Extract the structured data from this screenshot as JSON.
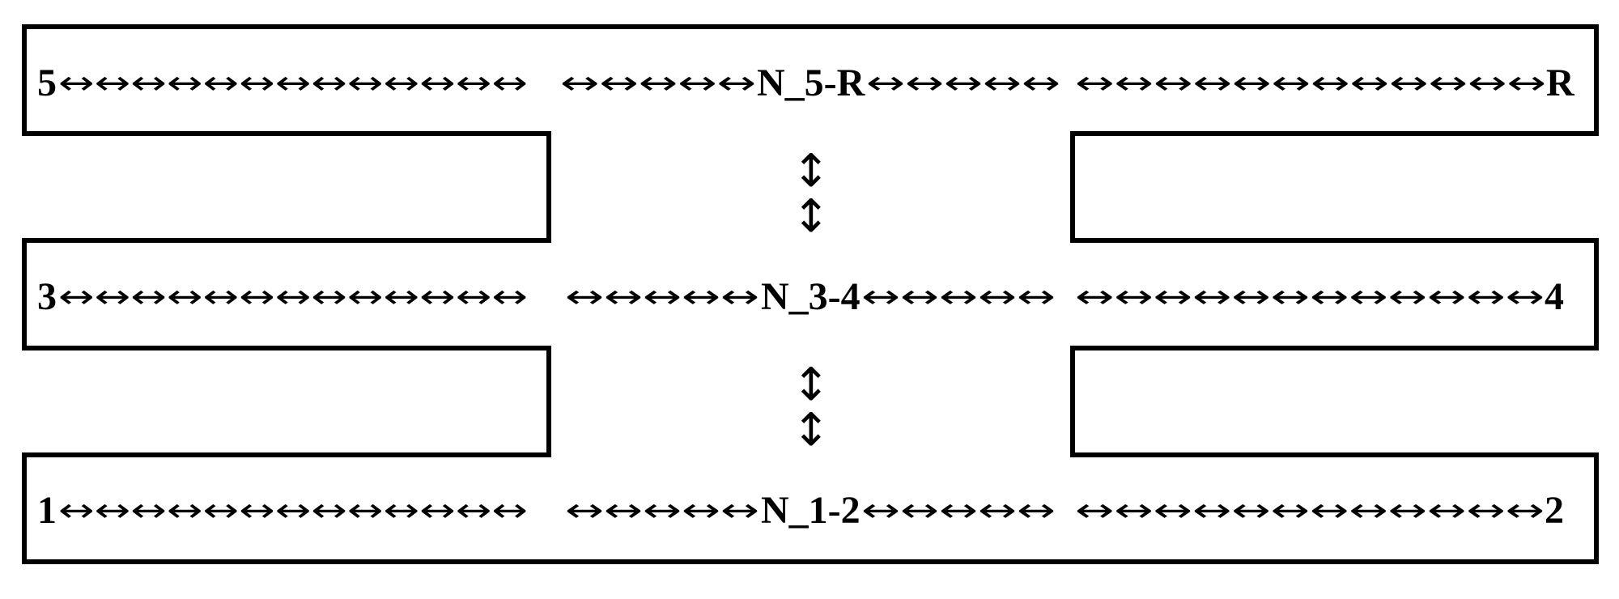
{
  "outline_color": "#000000",
  "background_color": "#ffffff",
  "rows": [
    {
      "left_label": "5",
      "left_arrows": "↔↔↔↔↔↔↔↔↔↔↔↔↔",
      "center_left_arrows": "↔↔↔↔↔",
      "center_label": "N_5-R",
      "center_right_arrows": "↔↔↔↔↔",
      "right_arrows": "↔↔↔↔↔↔↔↔↔↔↔↔",
      "right_label": "R"
    },
    {
      "left_label": "3",
      "left_arrows": "↔↔↔↔↔↔↔↔↔↔↔↔↔",
      "center_left_arrows": "↔↔↔↔↔",
      "center_label": "N_3-4",
      "center_right_arrows": "↔↔↔↔↔",
      "right_arrows": "↔↔↔↔↔↔↔↔↔↔↔↔",
      "right_label": "4"
    },
    {
      "left_label": "1",
      "left_arrows": "↔↔↔↔↔↔↔↔↔↔↔↔↔",
      "center_left_arrows": "↔↔↔↔↔",
      "center_label": "N_1-2",
      "center_right_arrows": "↔↔↔↔↔",
      "right_arrows": "↔↔↔↔↔↔↔↔↔↔↔↔",
      "right_label": "2"
    }
  ],
  "connectors": [
    {
      "arrows": [
        "↕",
        "↕"
      ]
    },
    {
      "arrows": [
        "↕",
        "↕"
      ]
    }
  ]
}
